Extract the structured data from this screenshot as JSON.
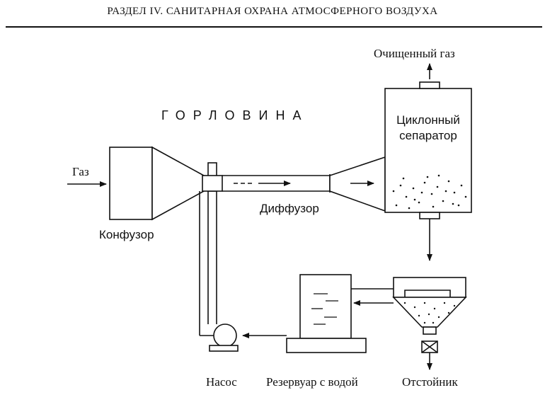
{
  "header": {
    "title": "РАЗДЕЛ IV. САНИТАРНАЯ ОХРАНА АТМОСФЕРНОГО ВОЗДУХА"
  },
  "labels": {
    "gas_in": "Газ",
    "confusor": "Конфузор",
    "throat": "ГОРЛОВИНА",
    "diffuser": "Диффузор",
    "purified_gas": "Очищенный газ",
    "cyclone_line1": "Циклонный",
    "cyclone_line2": "сепаратор",
    "pump": "Насос",
    "reservoir": "Резервуар с водой",
    "settler": "Отстойник"
  }
}
